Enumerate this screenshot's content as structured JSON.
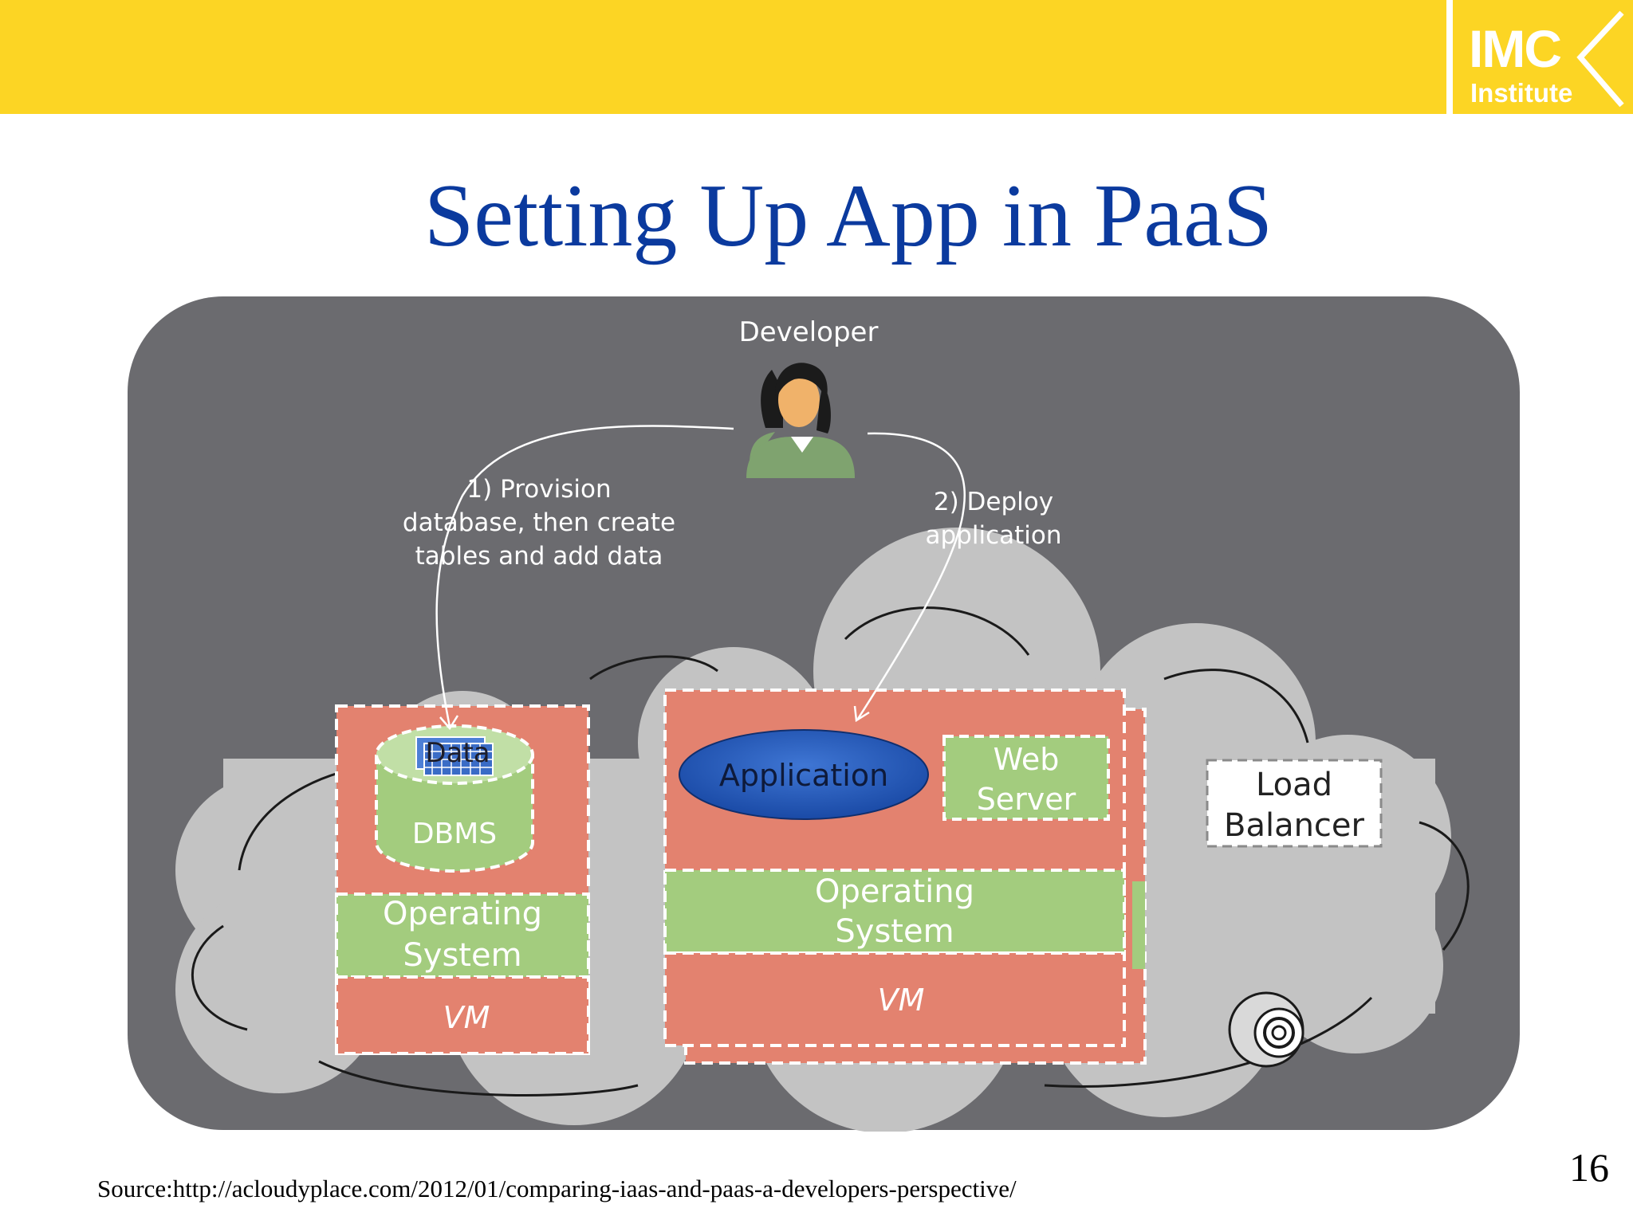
{
  "logo": {
    "line1": "IMC",
    "line2": "Institute"
  },
  "slide": {
    "title": "Setting Up App in PaaS",
    "source": "Source:http://acloudyplace.com/2012/01/comparing-iaas-and-paas-a-developers-perspective/",
    "page_number": "16"
  },
  "diagram": {
    "developer": "Developer",
    "step1": [
      "1) Provision",
      "database, then create",
      "tables and add data"
    ],
    "step2": [
      "2) Deploy",
      "application"
    ],
    "data_label": "Data",
    "dbms": "DBMS",
    "os_left": [
      "Operating",
      "System"
    ],
    "vm_left": "VM",
    "application": "Application",
    "web_server": [
      "Web",
      "Server"
    ],
    "os_right": [
      "Operating",
      "System"
    ],
    "vm_right": "VM",
    "load_balancer": [
      "Load",
      "Balancer"
    ]
  },
  "colors": {
    "banner": "#fcd524",
    "title": "#0b3a9e",
    "panel": "#6b6b6f",
    "cloud": "#c3c3c3",
    "vm_box": "#e3826f",
    "os_box": "#a3cc7e",
    "application": "#1f55b8"
  }
}
